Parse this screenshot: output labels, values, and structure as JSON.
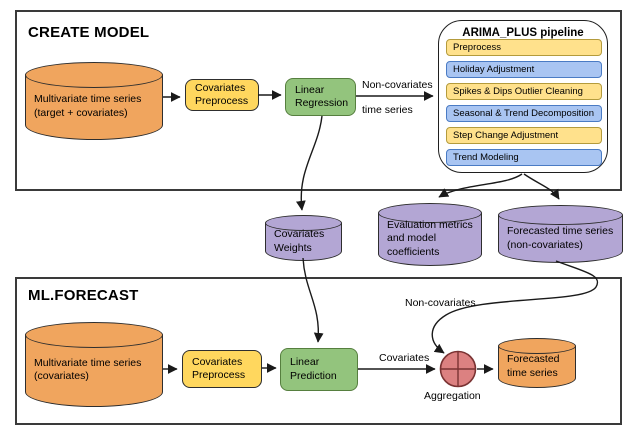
{
  "diagram": {
    "sections": {
      "create_model": {
        "title": "CREATE MODEL"
      },
      "ml_forecast": {
        "title": "ML.FORECAST"
      }
    },
    "pipeline": {
      "title": "ARIMA_PLUS pipeline",
      "steps": [
        {
          "label": "Preprocess",
          "tone": "yellow"
        },
        {
          "label": "Holiday Adjustment",
          "tone": "blue"
        },
        {
          "label": "Spikes & Dips Outlier Cleaning",
          "tone": "yellow"
        },
        {
          "label": "Seasonal & Trend Decomposition",
          "tone": "blue"
        },
        {
          "label": "Step Change Adjustment",
          "tone": "yellow"
        },
        {
          "label": "Trend Modeling",
          "tone": "blue"
        }
      ]
    },
    "nodes": {
      "mts_target": {
        "lines": [
          "Multivariate time series",
          "(target + covariates)"
        ]
      },
      "cov_preprocess_top": {
        "lines": [
          "Covariates",
          "Preprocess"
        ]
      },
      "linear_regression": {
        "lines": [
          "Linear",
          "Regression"
        ]
      },
      "cov_weights": {
        "lines": [
          "Covariates",
          "Weights"
        ]
      },
      "eval_metrics": {
        "lines": [
          "Evaluation metrics",
          "and model",
          "coefficients"
        ]
      },
      "forecast_noncov": {
        "lines": [
          "Forecasted time series",
          "(non-covariates)"
        ]
      },
      "mts_cov": {
        "lines": [
          "Multivariate time series",
          "(covariates)"
        ]
      },
      "cov_preprocess_bottom": {
        "lines": [
          "Covariates",
          "Preprocess"
        ]
      },
      "linear_prediction": {
        "lines": [
          "Linear",
          "Prediction"
        ]
      },
      "forecast_ts": {
        "lines": [
          "Forecasted",
          "time series"
        ]
      }
    },
    "edge_labels": {
      "non_covariates_time_series": [
        "Non-covariates",
        "time series"
      ],
      "non_covariates": "Non-covariates",
      "covariates": "Covariates",
      "aggregation": "Aggregation"
    },
    "colors": {
      "source_fill": "#F0A55E",
      "process_fill": "#FFD75E",
      "model_fill": "#93C47D",
      "artifact_fill": "#B3A6D4",
      "pipeline_step_yellow": "#FFE18C",
      "pipeline_step_blue": "#A9C5F2",
      "aggregation_fill": "#DC8181"
    }
  }
}
